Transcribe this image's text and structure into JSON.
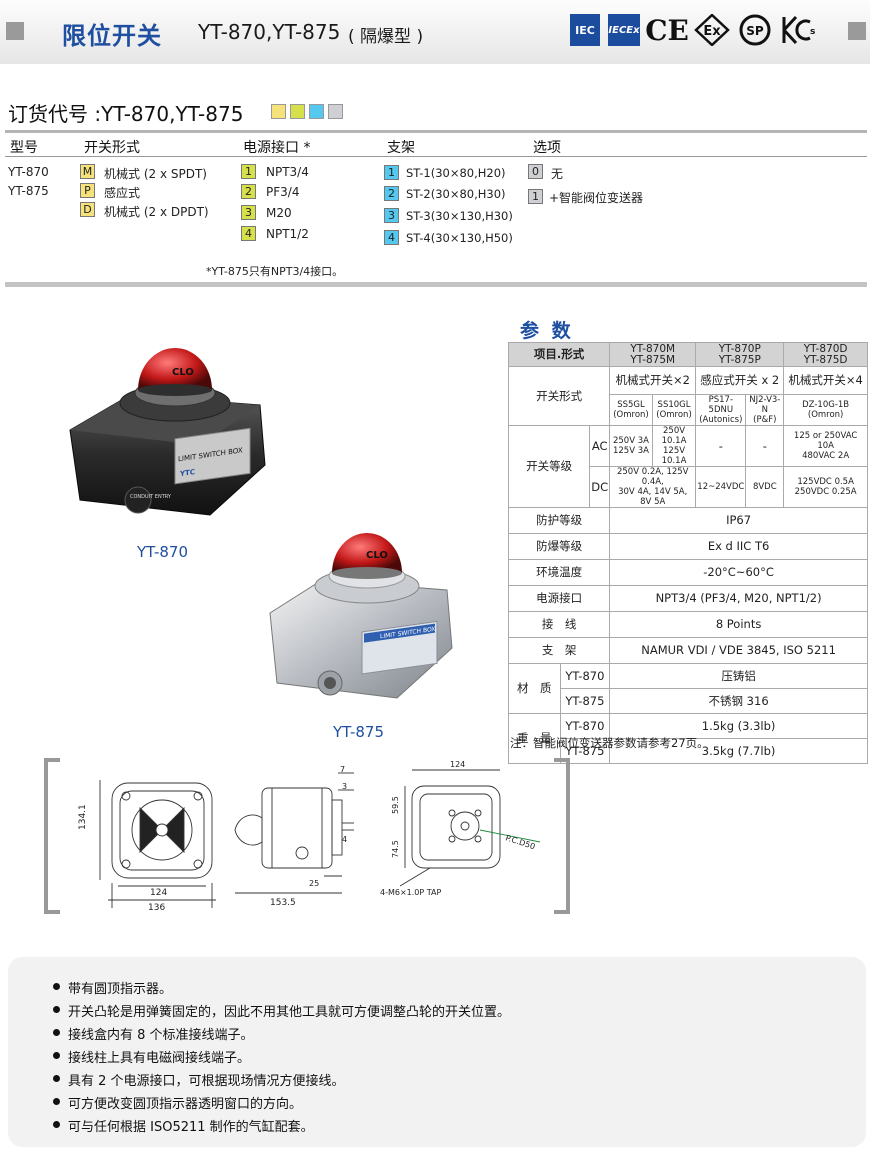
{
  "header": {
    "title": "限位开关",
    "models": "YT-870,YT-875",
    "subtitle": "( 隔爆型 )",
    "certs": [
      {
        "name": "iec-cert-icon",
        "text": "IEC"
      },
      {
        "name": "iecex-cert-icon",
        "text": "IECEx"
      },
      {
        "name": "ce-cert-icon",
        "text": "CE"
      },
      {
        "name": "ex-cert-icon",
        "text": "Ex"
      },
      {
        "name": "csa-cert-icon",
        "text": "SP"
      },
      {
        "name": "kcs-cert-icon",
        "text": "KCs"
      }
    ]
  },
  "order": {
    "title": "订货代号 :YT-870,YT-875",
    "swatch_colors": [
      "#f6e27a",
      "#d6e04a",
      "#55c8ef",
      "#cfd0d4"
    ],
    "headers": [
      "型号",
      "开关形式",
      "电源接口 *",
      "支架",
      "选项"
    ],
    "models": [
      "YT-870",
      "YT-875"
    ],
    "switch_types": [
      {
        "code": "M",
        "label": "机械式 (2 x SPDT)"
      },
      {
        "code": "P",
        "label": "感应式"
      },
      {
        "code": "D",
        "label": "机械式 (2 x DPDT)"
      }
    ],
    "ports": [
      {
        "code": "1",
        "label": "NPT3/4"
      },
      {
        "code": "2",
        "label": "PF3/4"
      },
      {
        "code": "3",
        "label": "M20"
      },
      {
        "code": "4",
        "label": "NPT1/2"
      }
    ],
    "brackets": [
      {
        "code": "1",
        "label": "ST-1(30×80,H20)"
      },
      {
        "code": "2",
        "label": "ST-2(30×80,H30)"
      },
      {
        "code": "3",
        "label": "ST-3(30×130,H30)"
      },
      {
        "code": "4",
        "label": "ST-4(30×130,H50)"
      }
    ],
    "options": [
      {
        "code": "0",
        "label": "无"
      },
      {
        "code": "1",
        "label": "+智能阀位变送器"
      }
    ],
    "note": "*YT-875只有NPT3/4接口。"
  },
  "products": {
    "yt870_label": "YT-870",
    "yt875_label": "YT-875",
    "yt870_plate": "LIMIT SWITCH BOX",
    "yt875_plate": "LIMIT SWITCH BOX",
    "yt870_dome": "CLO",
    "yt875_dome": "CLO",
    "yt870_brand": "YTC",
    "yt870_tag": "CONDUIT ENTRY"
  },
  "spec": {
    "title": "参 数",
    "col_item": "项目.形式",
    "col_m": [
      "YT-870M",
      "YT-875M"
    ],
    "col_p": [
      "YT-870P",
      "YT-875P"
    ],
    "col_d": [
      "YT-870D",
      "YT-875D"
    ],
    "switch_form_label": "开关形式",
    "switch_form_m": "机械式开关×2",
    "switch_form_p": "感应式开关 x 2",
    "switch_form_d": "机械式开关×4",
    "m1": [
      "SS5GL",
      "(Omron)"
    ],
    "m2": [
      "SS10GL",
      "(Omron)"
    ],
    "p1": [
      "PS17-5DNU",
      "(Autonics)"
    ],
    "p2": [
      "NJ2-V3-N",
      "(P&F)"
    ],
    "d1": [
      "DZ-10G-1B",
      "(Omron)"
    ],
    "rating_label": "开关等级",
    "ac": "AC",
    "dc": "DC",
    "ac_m1": [
      "250V 3A",
      "125V 3A"
    ],
    "ac_m2": [
      "250V 10.1A",
      "125V 10.1A"
    ],
    "ac_p1": "-",
    "ac_p2": "-",
    "ac_d": [
      "125 or 250VAC 10A",
      "480VAC 2A"
    ],
    "dc_m": [
      "250V 0.2A, 125V 0.4A,",
      "30V 4A, 14V 5A, 8V 5A"
    ],
    "dc_p1": "12~24VDC",
    "dc_p2": "8VDC",
    "dc_d": [
      "125VDC 0.5A",
      "250VDC 0.25A"
    ],
    "rows": [
      {
        "label": "防护等级",
        "value": "IP67"
      },
      {
        "label": "防爆等级",
        "value": "Ex d IIC T6"
      },
      {
        "label": "环境温度",
        "value": "-20°C~60°C"
      },
      {
        "label": "电源接口",
        "value": "NPT3/4 (PF3/4, M20, NPT1/2)"
      },
      {
        "label": "接　线",
        "value": "8 Points"
      },
      {
        "label": "支　架",
        "value": "NAMUR VDI / VDE 3845, ISO 5211"
      }
    ],
    "material_label": "材　质",
    "weight_label": "重　量",
    "sub_870": "YT-870",
    "sub_875": "YT-875",
    "material_870": "压铸铝",
    "material_875": "不锈钢 316",
    "weight_870": "1.5kg (3.3lb)",
    "weight_875": "3.5kg (7.7lb)",
    "note": "注：智能阀位变送器参数请参考27页。"
  },
  "drawings": {
    "front": {
      "height": "134.1",
      "inner_width": "124",
      "outer_width": "136"
    },
    "side": {
      "d7": "7",
      "d3": "3",
      "d4": "4",
      "d25": "25",
      "width": "153.5"
    },
    "bottom": {
      "width": "124",
      "d59": "59.5",
      "d74": "74.5",
      "pcd": "P.C.D50",
      "tap": "4-M6×1.0P TAP"
    }
  },
  "features": [
    "带有圆顶指示器。",
    "开关凸轮是用弹簧固定的，因此不用其他工具就可方便调整凸轮的开关位置。",
    "接线盒内有 8 个标准接线端子。",
    "接线柱上具有电磁阀接线端子。",
    "具有 2 个电源接口，可根据现场情况方便接线。",
    "可方便改变圆顶指示器透明窗口的方向。",
    "可与任何根据 ISO5211 制作的气缸配套。"
  ]
}
